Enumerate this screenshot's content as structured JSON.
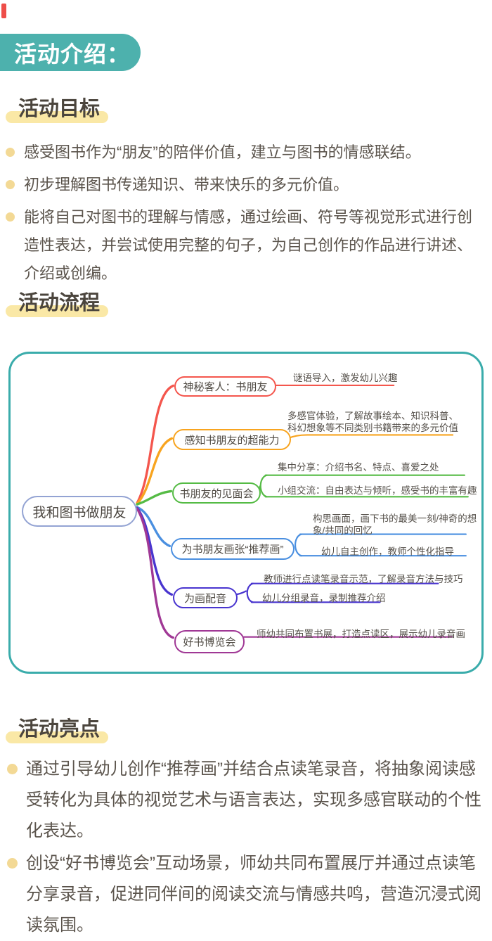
{
  "decor": {
    "red_dash_color": "#ee4e49"
  },
  "banner": {
    "title": "活动介绍：",
    "bg": "#4db1ad",
    "text_color": "#ffffff"
  },
  "colors": {
    "highlight_bar": "#fae8a6",
    "heading_text": "#4b453d",
    "body_text": "#5b544c",
    "bullet_dot": "#f3d995",
    "mindmap_border": "#3aacab",
    "root_border": "#93a3d3",
    "leaf_text": "#55504a"
  },
  "goals": {
    "title": "活动目标",
    "bullets": [
      "感受图书作为“朋友”的陪伴价值，建立与图书的情感联结。",
      "初步理解图书传递知识、带来快乐的多元价值。",
      "能将自己对图书的理解与情感，通过绘画、符号等视觉形式进行创造性表达，并尝试使用完整的句子，为自己创作的作品进行讲述、介绍或创编。"
    ]
  },
  "process": {
    "title": "活动流程",
    "mindmap": {
      "root": "我和图书做朋友",
      "branches": [
        {
          "label": "神秘客人：书朋友",
          "color": "#f4564d",
          "leaves": [
            "谜语导入，激发幼儿兴趣"
          ]
        },
        {
          "label": "感知书朋友的超能力",
          "color": "#f8a41f",
          "leaves": [
            "多感官体验，了解故事绘本、知识科普、科幻想象等不同类别书籍带来的多元价值"
          ]
        },
        {
          "label": "书朋友的见面会",
          "color": "#55bb45",
          "leaves": [
            "集中分享：介绍书名、特点、喜爱之处",
            "小组交流：自由表达与倾听，感受书的丰富有趣"
          ]
        },
        {
          "label": "为书朋友画张“推荐画”",
          "color": "#4a8fe0",
          "leaves": [
            "构思画面，画下书的最美一刻/神奇的想象/共同的回忆",
            "幼儿自主创作，教师个性化指导"
          ]
        },
        {
          "label": "为画配音",
          "color": "#4935cf",
          "leaves": [
            "教师进行点读笔录音示范，了解录音方法与技巧",
            "幼儿分组录音，录制推荐介绍"
          ]
        },
        {
          "label": "好书博览会",
          "color": "#a03895",
          "leaves": [
            "师幼共同布置书展，打造点读区，展示幼儿录音画"
          ]
        }
      ]
    }
  },
  "highlights": {
    "title": "活动亮点",
    "bullets": [
      "通过引导幼儿创作“推荐画”并结合点读笔录音，将抽象阅读感受转化为具体的视觉艺术与语言表达，实现多感官联动的个性化表达。",
      "创设“好书博览会”互动场景，师幼共同布置展厅并通过点读笔分享录音，促进同伴间的阅读交流与情感共鸣，营造沉浸式阅读氛围。"
    ]
  }
}
